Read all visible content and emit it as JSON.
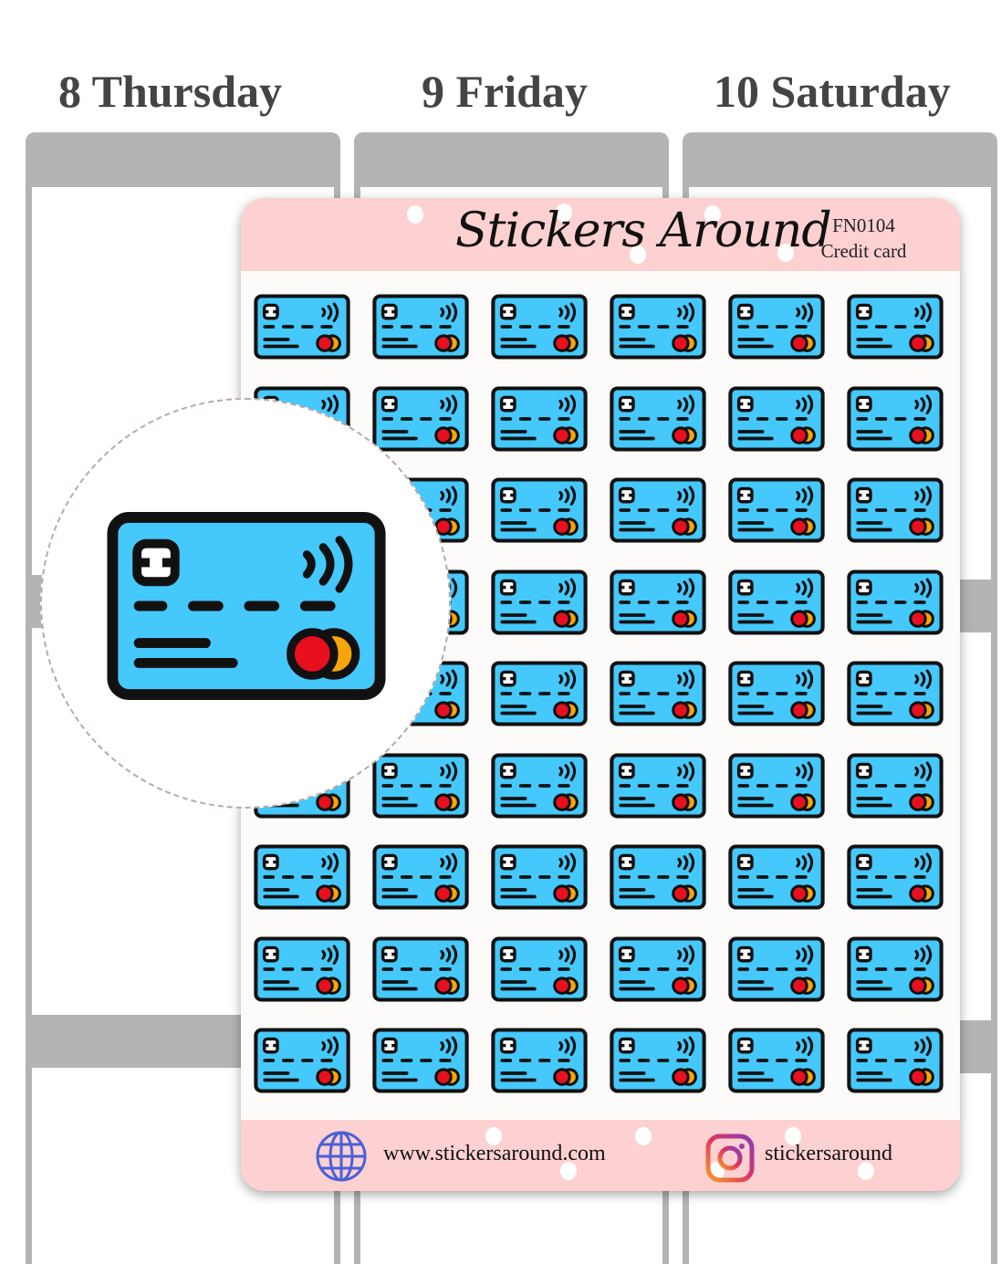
{
  "days": [
    "8 Thursday",
    "9 Friday",
    "10 Saturday"
  ],
  "sheet": {
    "brand": "Stickers Around",
    "code": "FN0104",
    "name": "Credit card",
    "website": "www.stickersaround.com",
    "instagram": "stickersaround",
    "rows": 9,
    "columns": 6
  },
  "colors": {
    "card": "#45c8fb",
    "outline": "#111111",
    "red": "#e8101e",
    "orange": "#f6a609",
    "header": "#fdd0d1"
  }
}
